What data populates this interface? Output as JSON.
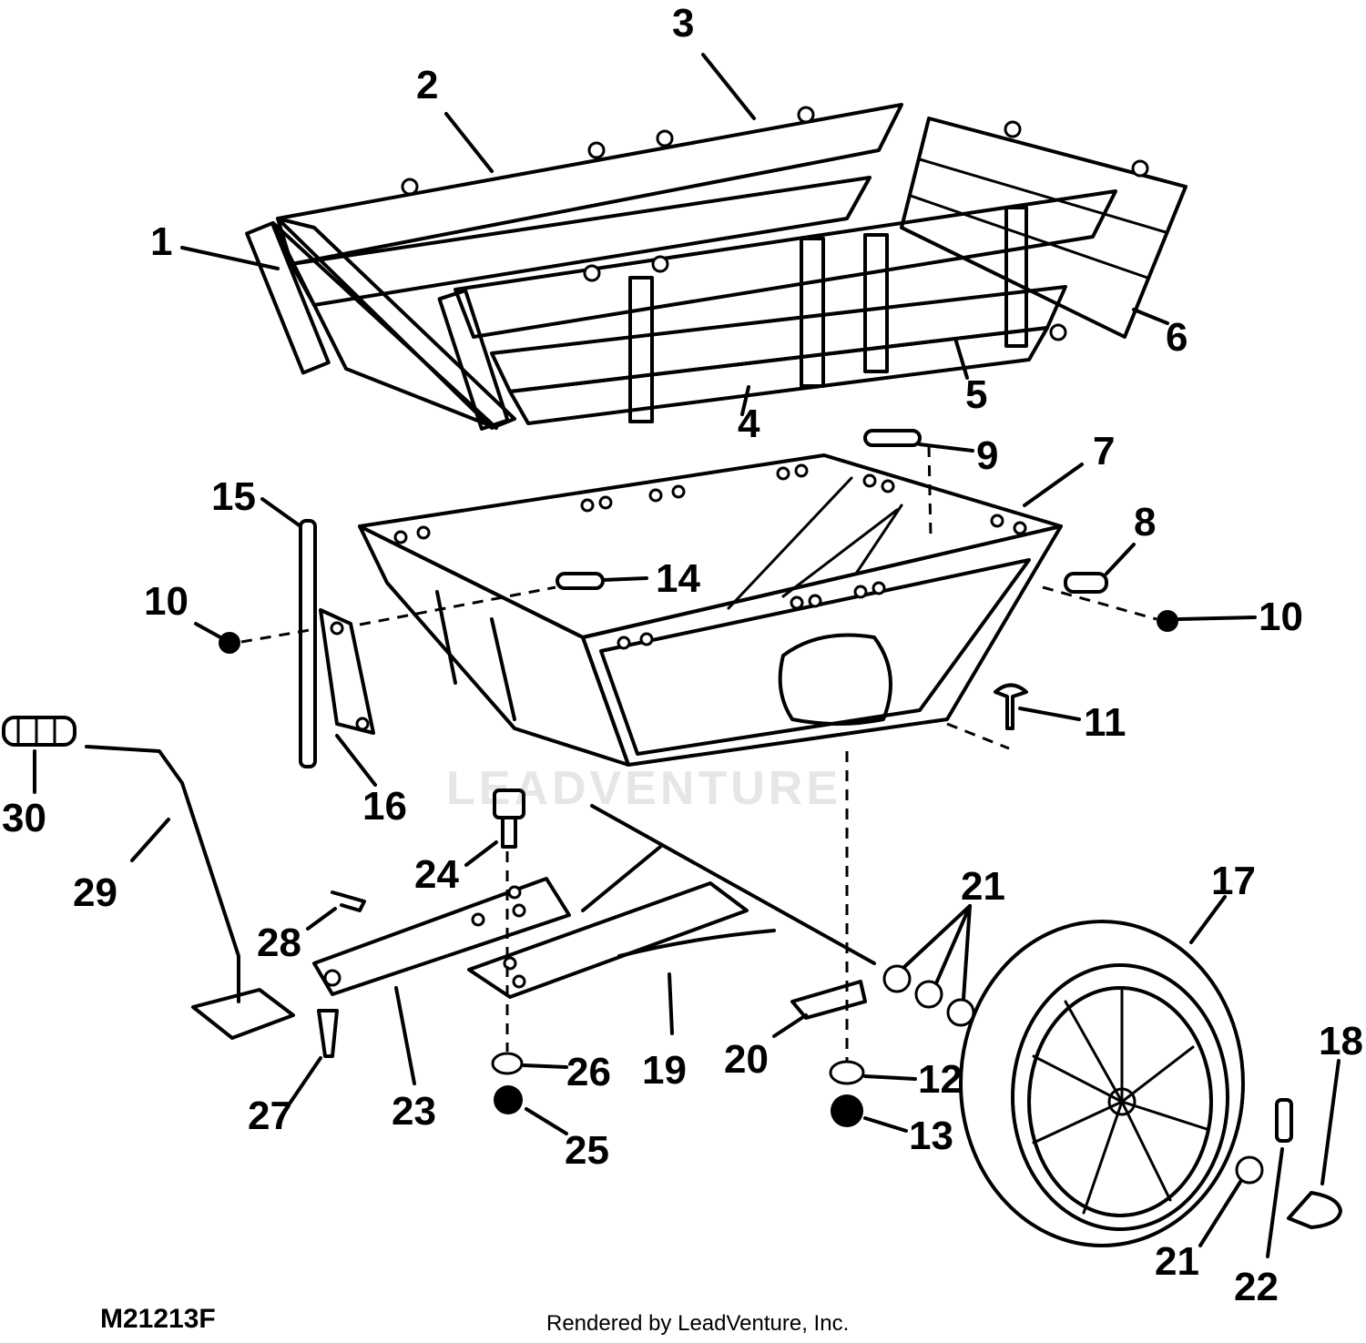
{
  "diagram": {
    "reference_code": "M21213F",
    "footer_credit": "Rendered by LeadVenture, Inc.",
    "watermark": "LEADVENTURE",
    "callouts": [
      "1",
      "2",
      "3",
      "4",
      "5",
      "6",
      "7",
      "8",
      "9",
      "10",
      "10",
      "11",
      "12",
      "13",
      "14",
      "15",
      "16",
      "17",
      "18",
      "19",
      "20",
      "21",
      "21",
      "22",
      "23",
      "24",
      "25",
      "26",
      "27",
      "28",
      "29",
      "30"
    ]
  }
}
